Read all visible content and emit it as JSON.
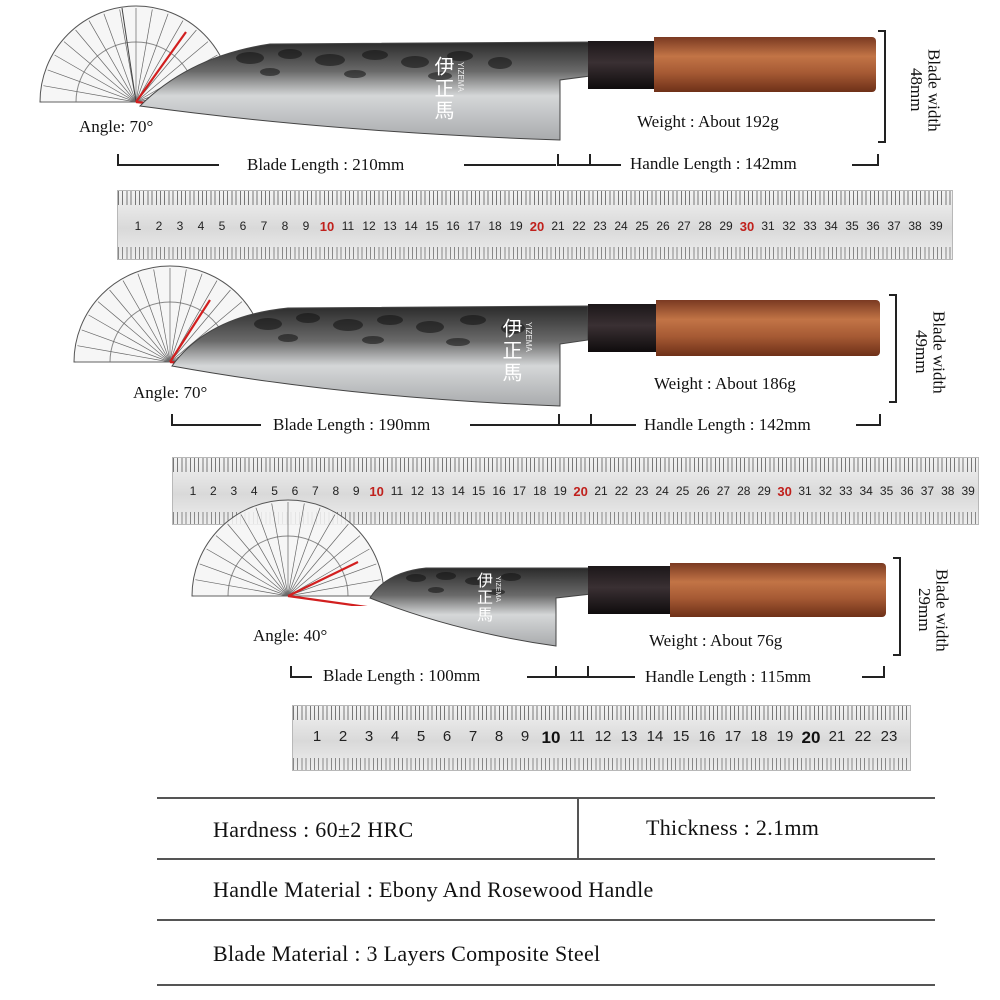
{
  "knives": [
    {
      "angle_label": "Angle: 70°",
      "weight_label": "Weight : About 192g",
      "blade_length_label": "Blade Length : 210mm",
      "handle_length_label": "Handle Length : 142mm",
      "blade_width_label": "Blade width",
      "blade_width_value": "48mm",
      "angle_deg": 70
    },
    {
      "angle_label": "Angle: 70°",
      "weight_label": "Weight : About 186g",
      "blade_length_label": "Blade Length : 190mm",
      "handle_length_label": "Handle Length : 142mm",
      "blade_width_label": "Blade width",
      "blade_width_value": "49mm",
      "angle_deg": 70
    },
    {
      "angle_label": "Angle: 40°",
      "weight_label": "Weight : About 76g",
      "blade_length_label": "Blade Length : 100mm",
      "handle_length_label": "Handle Length : 115mm",
      "blade_width_label": "Blade width",
      "blade_width_value": "29mm",
      "angle_deg": 40
    }
  ],
  "blade_logo": "伊正馬",
  "blade_brand": "YIZEMA",
  "ruler_long_max": 39,
  "ruler_short_max": 23,
  "ruler_highlight": [
    10,
    20,
    30
  ],
  "specs": {
    "hardness": "Hardness : 60±2 HRC",
    "thickness": "Thickness : 2.1mm",
    "handle_material": "Handle Material : Ebony And Rosewood Handle",
    "blade_material": "Blade Material : 3 Layers Composite Steel"
  },
  "colors": {
    "rosewood": "#b0603a",
    "ebony": "#2a2224",
    "steel": "#b8babc",
    "ruler_red": "#c0201c"
  }
}
